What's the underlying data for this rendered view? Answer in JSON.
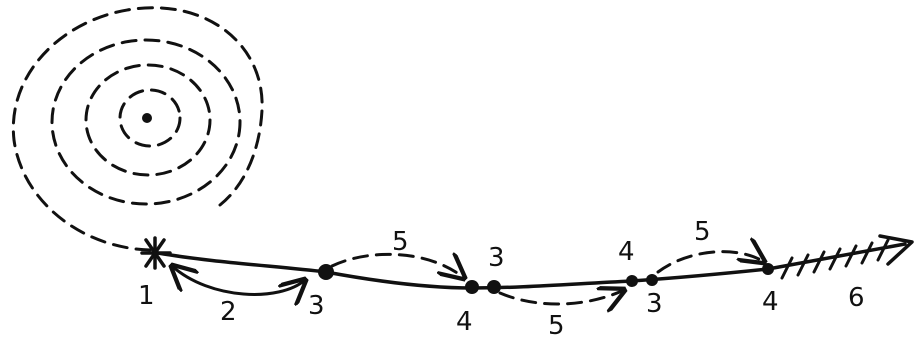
{
  "colors": {
    "ink": "#111111",
    "background": "#ffffff"
  },
  "labels": {
    "start": "1",
    "return_arc": "2",
    "stop_a": "3",
    "stop_b": "4",
    "stop_c": "3",
    "stop_d": "4",
    "stop_e": "3",
    "stop_f": "4",
    "hop_1": "5",
    "hop_2": "5",
    "hop_3": "5",
    "end_run": "6"
  }
}
